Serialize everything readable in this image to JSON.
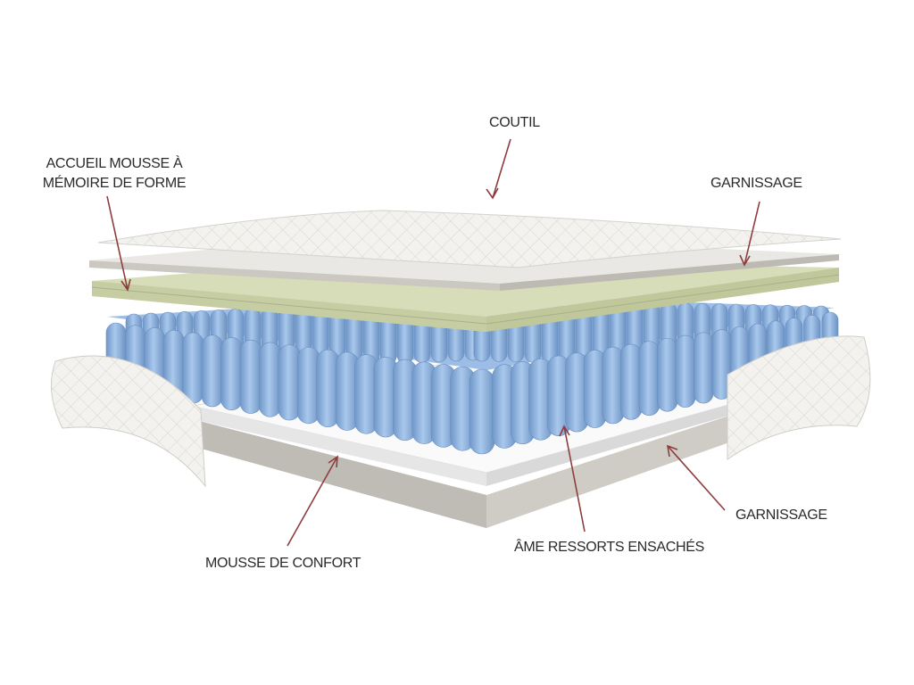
{
  "labels": {
    "coutil": "COUTIL",
    "accueil_line1": "ACCUEIL MOUSSE À",
    "accueil_line2": "MÉMOIRE DE FORME",
    "garnissage_top": "GARNISSAGE",
    "mousse_confort": "MOUSSE DE CONFORT",
    "ame_ressorts": "ÂME RESSORTS ENSACHÉS",
    "garnissage_bottom": "GARNISSAGE"
  },
  "colors": {
    "arrow": "#8e3d3f",
    "spring": "#8fb4e0",
    "memory_foam": "#d6dcb8",
    "cover": "#f2f2f2",
    "filling": "#d9d6d0"
  }
}
